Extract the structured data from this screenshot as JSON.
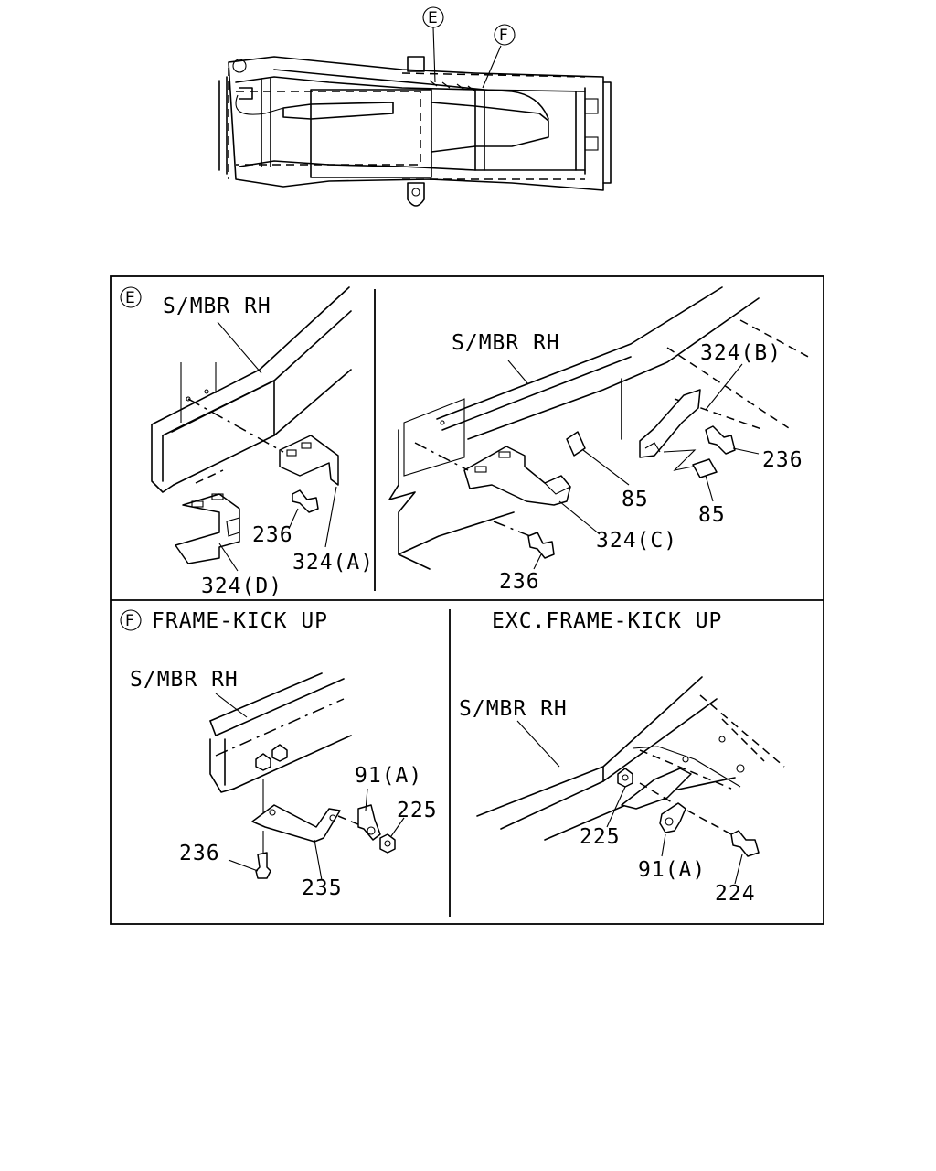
{
  "overview": {
    "callout_e": "E",
    "callout_f": "F"
  },
  "panel_e": {
    "marker": "E",
    "left": {
      "member_label": "S/MBR RH",
      "bolt": "236",
      "bracket_a": "324(A)",
      "bracket_d": "324(D)"
    },
    "right": {
      "member_label": "S/MBR RH",
      "bracket_b": "324(B)",
      "bolt_upper": "236",
      "clip_1": "85",
      "clip_2": "85",
      "bracket_c": "324(C)",
      "bolt_lower": "236"
    }
  },
  "panel_f": {
    "marker": "F",
    "left": {
      "heading": "FRAME-KICK UP",
      "member_label": "S/MBR RH",
      "clip": "91(A)",
      "nut": "225",
      "bolt": "236",
      "bracket": "235"
    },
    "right": {
      "heading": "EXC.FRAME-KICK UP",
      "member_label": "S/MBR RH",
      "nut": "225",
      "clip": "91(A)",
      "bolt": "224"
    }
  }
}
